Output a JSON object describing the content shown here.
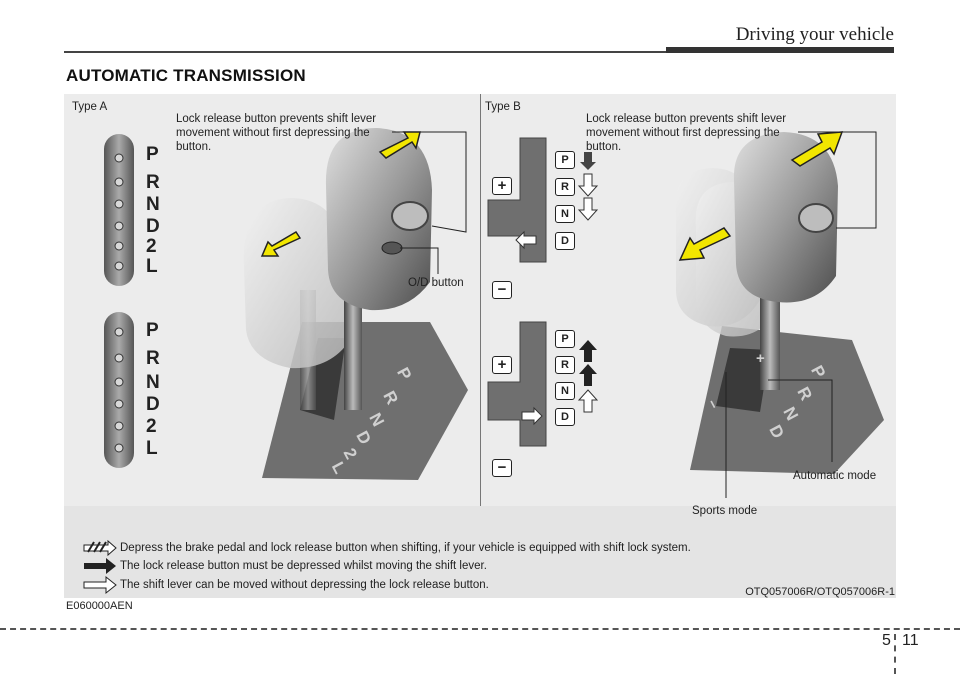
{
  "header": {
    "title": "Driving your vehicle"
  },
  "section": {
    "title": "AUTOMATIC TRANSMISSION"
  },
  "figure": {
    "type_a": "Type A",
    "type_b": "Type B",
    "lock_note_a": "Lock release button prevents shift lever movement without first depressing the button.",
    "lock_note_b": "Lock release button prevents shift lever movement without first depressing the button.",
    "od_button": "O/D button",
    "automatic_mode": "Automatic mode",
    "sports_mode": "Sports mode",
    "gates_a": [
      "P",
      "R",
      "N",
      "D",
      "2",
      "L"
    ],
    "gates_b": [
      "P",
      "R",
      "N",
      "D"
    ],
    "plus": "+",
    "minus": "−",
    "console_letters_a": [
      "P",
      "R",
      "N",
      "D",
      "2",
      "L"
    ],
    "console_letters_b": [
      "P",
      "R",
      "N",
      "D"
    ],
    "console_plus": "+",
    "console_minus": "−"
  },
  "legend": {
    "brake": "Depress the brake pedal and lock release button when shifting, if your vehicle is equipped with shift lock system.",
    "lock": "The lock release button must be depressed whilst moving the shift lever.",
    "free": "The shift lever can be moved without depressing the lock release button."
  },
  "codes": {
    "left": "E060000AEN",
    "right": "OTQ057006R/OTQ057006R-1"
  },
  "page": {
    "section": "5",
    "number": "11"
  },
  "colors": {
    "arrow_yellow": "#f2e600",
    "background": "#ececec",
    "legend_band": "#e4e4e4"
  }
}
